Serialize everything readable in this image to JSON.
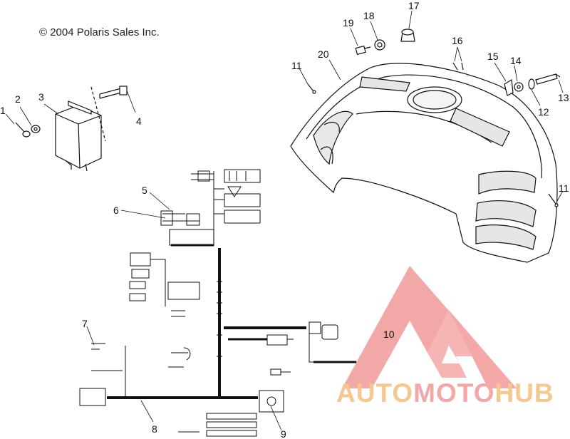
{
  "copyright": "© 2004 Polaris Sales Inc.",
  "callouts": [
    {
      "id": "c1",
      "label": "1"
    },
    {
      "id": "c2",
      "label": "2"
    },
    {
      "id": "c3",
      "label": "3"
    },
    {
      "id": "c4",
      "label": "4"
    },
    {
      "id": "c5",
      "label": "5"
    },
    {
      "id": "c6",
      "label": "6"
    },
    {
      "id": "c7",
      "label": "7"
    },
    {
      "id": "c8",
      "label": "8"
    },
    {
      "id": "c9",
      "label": "9"
    },
    {
      "id": "c10",
      "label": "10"
    },
    {
      "id": "c11a",
      "label": "11"
    },
    {
      "id": "c11b",
      "label": "11"
    },
    {
      "id": "c12",
      "label": "12"
    },
    {
      "id": "c13",
      "label": "13"
    },
    {
      "id": "c14",
      "label": "14"
    },
    {
      "id": "c15",
      "label": "15"
    },
    {
      "id": "c16",
      "label": "16"
    },
    {
      "id": "c17",
      "label": "17"
    },
    {
      "id": "c18",
      "label": "18"
    },
    {
      "id": "c19",
      "label": "19"
    },
    {
      "id": "c20",
      "label": "20"
    }
  ],
  "watermark": {
    "part1": "AUTO",
    "part2": "MOTO",
    "part3": "HUB",
    "color_light": "#f3c98f",
    "color_red": "#f3a8a8"
  }
}
